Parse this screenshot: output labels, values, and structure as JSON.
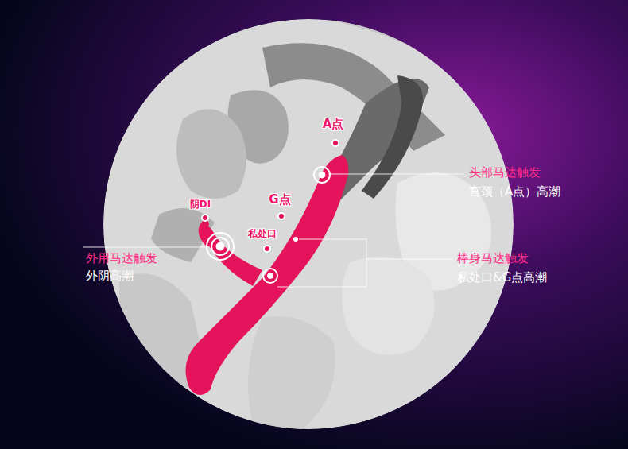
{
  "diagram": {
    "labels": [
      "A点",
      "头部马达触发",
      "宫颈（A点）高潮",
      "阴DI",
      "G点",
      "私处口",
      "外用马达触发",
      "外阴高潮",
      "棒身马达触发",
      "私处口&G点高潮"
    ]
  }
}
